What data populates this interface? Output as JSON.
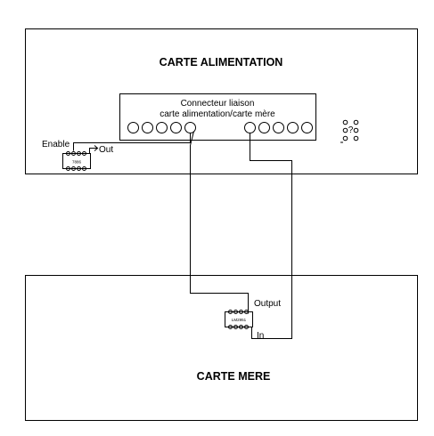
{
  "boards": {
    "power": {
      "title": "CARTE ALIMENTATION"
    },
    "main": {
      "title": "CARTE MERE"
    }
  },
  "connector": {
    "line1": "Connecteur liaison",
    "line2": "carte alimentation/carte mère"
  },
  "power_ic": {
    "part": "7886",
    "enable_label": "Enable",
    "out_label": "Out"
  },
  "main_ic": {
    "part": "LM2951",
    "output_label": "Output",
    "in_label": "In"
  },
  "misc": {
    "jumper_glyph": "?"
  }
}
